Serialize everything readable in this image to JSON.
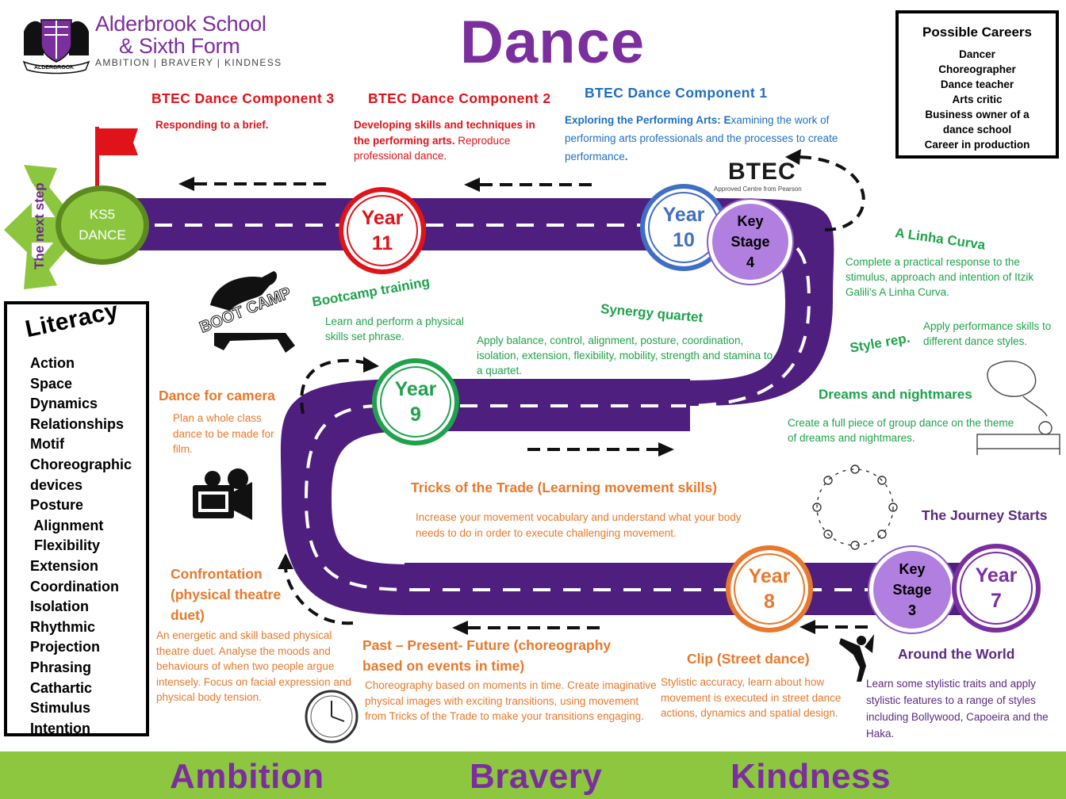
{
  "header": {
    "school_name_line1": "Alderbrook School",
    "school_name_line2": "& Sixth Form",
    "motto": "AMBITION | BRAVERY | KINDNESS",
    "crest_text": "ALDERBROOK",
    "title": "Dance"
  },
  "careers": {
    "title": "Possible Careers",
    "items": [
      "Dancer",
      "Choreographer",
      "Dance teacher",
      "Arts critic",
      "Business owner of a",
      "dance school",
      "Career in production"
    ]
  },
  "btec": {
    "c3_title": "BTEC Dance Component  3",
    "c3_text": "Responding to a brief.",
    "c2_title": "BTEC Dance Component  2",
    "c2_text_bold": "Developing skills and techniques in the performing arts.",
    "c2_text": " Reproduce professional dance.",
    "c1_title": "BTEC Dance Component  1",
    "c1_text_bold": "Exploring the Performing Arts: E",
    "c1_text": "xamining the work of performing  arts professionals and the processes to create performance",
    "c1_text_end": ".",
    "logo": "BTEC",
    "logo_sub": "Approved Centre from Pearson"
  },
  "road": {
    "ks5_line1": "KS5",
    "ks5_line2": "DANCE",
    "next_step": "The next step",
    "year11_a": "Year",
    "year11_b": "11",
    "year10_a": "Year",
    "year10_b": "10",
    "ks4_a": "Key",
    "ks4_b": "Stage",
    "ks4_c": "4",
    "year9_a": "Year",
    "year9_b": "9",
    "year8_a": "Year",
    "year8_b": "8",
    "ks3_a": "Key",
    "ks3_b": "Stage",
    "ks3_c": "3",
    "year7_a": "Year",
    "year7_b": "7",
    "colors": {
      "road": "#4e1f7e",
      "year11": "#e0131a",
      "year10": "#3f6fc4",
      "ks": "#b07fe0",
      "year9": "#1fa24c",
      "year8": "#e8782b",
      "year7": "#7a2fa0",
      "ks5": "#8cc63f"
    }
  },
  "topics": {
    "linha_title": "A Linha Curva",
    "linha_text": "Complete  a practical response to the stimulus, approach and intention of Itzik Galili's A Linha Curva.",
    "style_title": "Style rep.",
    "style_text": "Apply performance  skills to different dance styles.",
    "dreams_title": "Dreams and nightmares",
    "dreams_text": "Create a full piece of group dance on the theme of dreams and nightmares.",
    "synergy_title": "Synergy quartet",
    "synergy_text": "Apply balance, control, alignment, posture,  coordination, isolation, extension, flexibility, mobility, strength and stamina to a quartet.",
    "bootcamp_title": "Bootcamp training",
    "bootcamp_text": "Learn and perform  a physical skills set phrase.",
    "bootcamp_logo": "BOOT CAMP",
    "camera_title": "Dance for camera",
    "camera_text": "Plan a whole class dance to be made for film.",
    "tricks_title": "Tricks of the Trade (Learning movement skills)",
    "tricks_text": "Increase your movement vocabulary and understand what your body needs to do in order to execute challenging movement.",
    "journey_title": "The Journey Starts",
    "world_title": "Around  the World",
    "world_text": "Learn some stylistic traits and apply stylistic features to a range of styles including Bollywood, Capoeira and the Haka.",
    "clip_title": "Clip (Street dance)",
    "clip_text": "Stylistic accuracy, learn about how movement  is executed in street dance actions, dynamics and spatial design.",
    "past_title": "Past – Present- Future (choreography based on events in time)",
    "past_text": "Choreography based on moments  in time. Create imaginative physical images with exciting transitions, using movement  from Tricks of the Trade to make your transitions engaging.",
    "conf_title": "Confrontation (physical theatre duet)",
    "conf_text": "An energetic and skill based physical theatre duet.  Analyse the moods and behaviours of when two people argue intensely. Focus on facial expression and physical body tension."
  },
  "literacy": {
    "title": "Literacy",
    "items": [
      "Action",
      "Space",
      "Dynamics",
      "Relationships",
      "Motif",
      "Choreographic",
      "devices",
      "Posture",
      " Alignment",
      " Flexibility",
      "Extension",
      "Coordination",
      "Isolation",
      "Rhythmic",
      "Projection",
      "Phrasing",
      "Cathartic",
      "Stimulus",
      "Intention"
    ]
  },
  "footer": {
    "w1": "Ambition",
    "w2": "Bravery",
    "w3": "Kindness"
  },
  "icons": [
    "school-crest-icon",
    "flag-icon",
    "arrows-icon",
    "bootcamp-figure-icon",
    "video-camera-icon",
    "clock-icon",
    "dancers-circle-icon",
    "breakdancer-icon",
    "sleeping-dreamer-icon"
  ]
}
